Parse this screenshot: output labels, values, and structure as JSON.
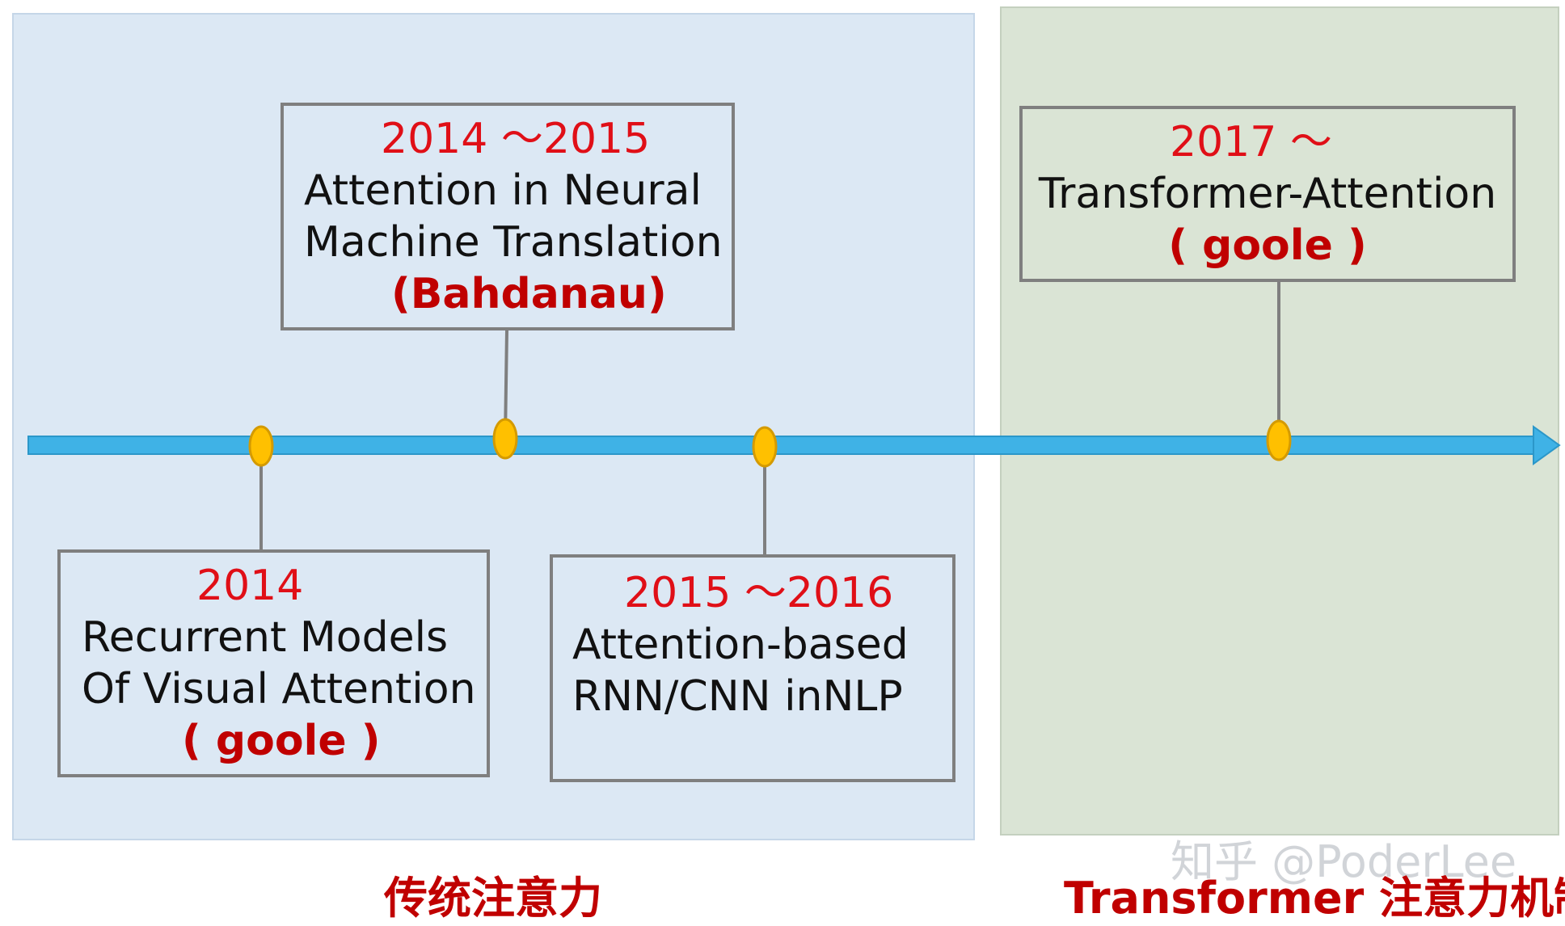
{
  "nodes": [
    {
      "id": "n2014",
      "year": "2014",
      "lines": [
        "Recurrent Models",
        "Of Visual Attention"
      ],
      "org": "( goole )"
    },
    {
      "id": "n2014_2015",
      "year": "2014 ～2015",
      "lines": [
        "Attention in Neural",
        "Machine Translation"
      ],
      "org": "(Bahdanau)"
    },
    {
      "id": "n2015_2016",
      "year": "2015 ～2016",
      "lines": [
        "Attention-based",
        "RNN/CNN inNLP"
      ],
      "org": ""
    },
    {
      "id": "n2017",
      "year": "2017 ～",
      "lines": [
        "Transformer-Attention"
      ],
      "org": "( goole )"
    }
  ],
  "regions": {
    "traditional": {
      "label": "传统注意力",
      "color": "#dce8f4"
    },
    "transformer": {
      "label": "Transformer 注意力机制",
      "color": "#dae4d5"
    }
  },
  "watermark": "知乎 @PoderLee",
  "colors": {
    "year_text": "#e00f17",
    "org_text": "#c00000",
    "timeline": "#3fb2e6",
    "milestone": "#ffc000",
    "connector": "#7f7f7f"
  }
}
